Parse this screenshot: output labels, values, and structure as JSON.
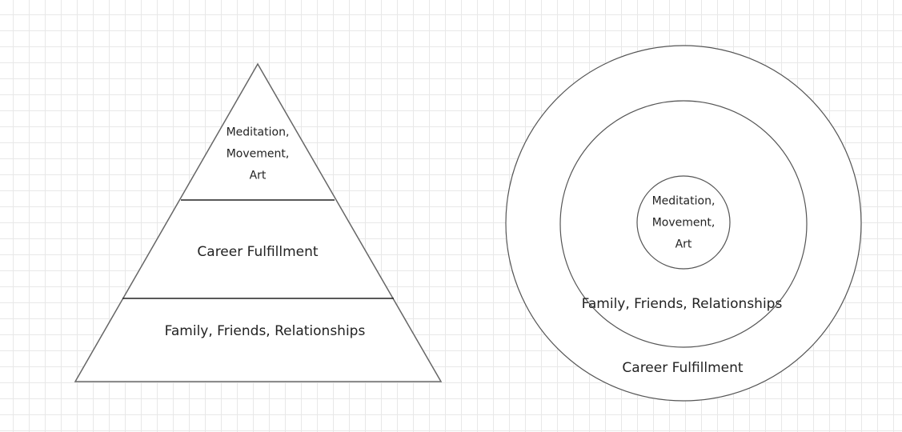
{
  "pyramid": {
    "top": [
      "Meditation,",
      "Movement,",
      "Art"
    ],
    "middle": "Career Fulfillment",
    "bottom": "Family, Friends, Relationships"
  },
  "circles": {
    "inner": [
      "Meditation,",
      "Movement,",
      "Art"
    ],
    "middle": "Family, Friends, Relationships",
    "outer": "Career Fulfillment"
  }
}
